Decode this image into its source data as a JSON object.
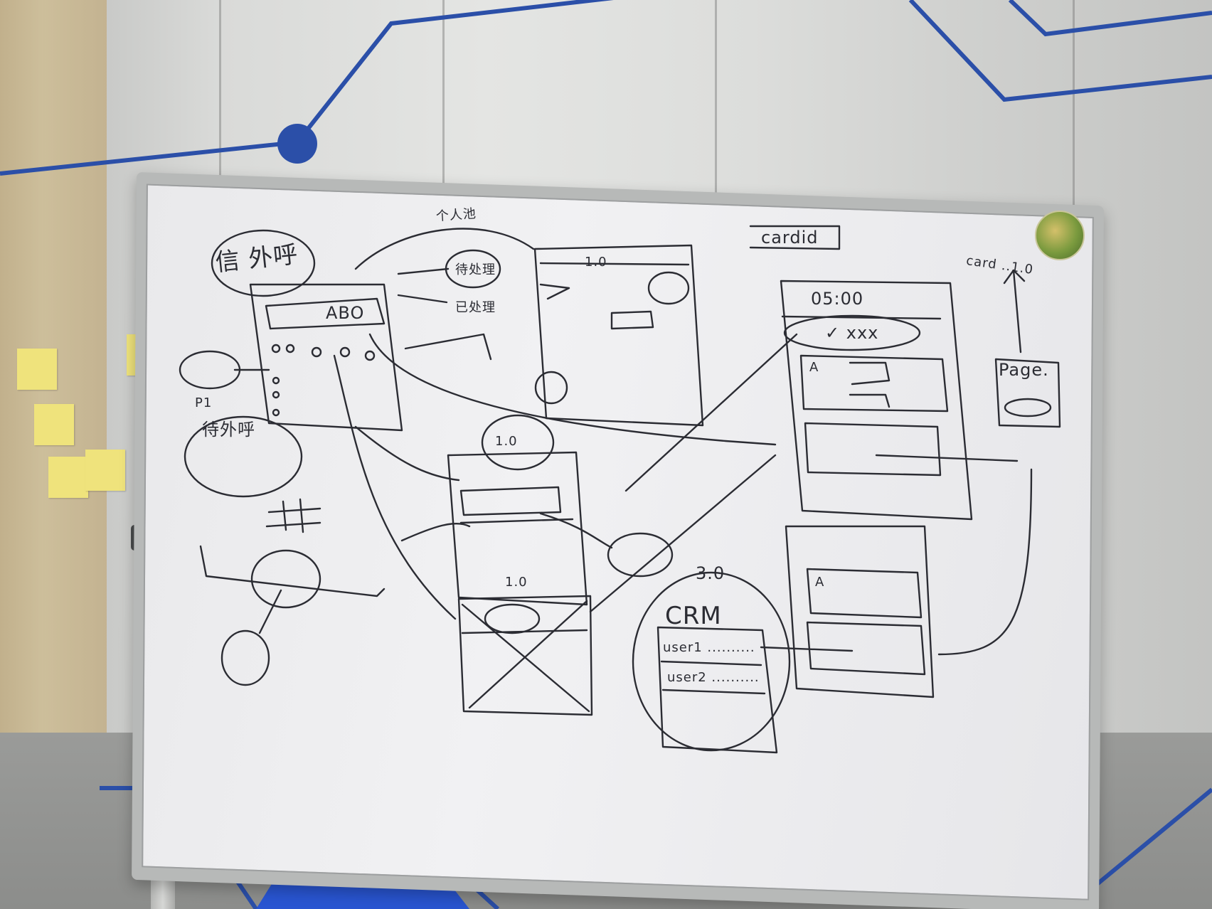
{
  "board_text": {
    "title_left": "信 外呼",
    "unfinished": "待外呼",
    "sign_out": "P1",
    "label_abo": "ABO",
    "task_pool": "个人池",
    "status_1": "待处理",
    "status_2": "已处理",
    "crm_version": "3.0",
    "crm": "CRM",
    "user1": "user1 ..........",
    "user2": "user2 ..........",
    "card_id": "cardid",
    "time": "05:00",
    "marked": "✓ xxx",
    "page": "Page.",
    "version_top": "1.0",
    "version_mid": "1.0",
    "version_low": "1.0",
    "card_corner": "card ..1.0",
    "label_a": "A",
    "label_a2": "A"
  },
  "colors": {
    "marker_ink": "#2b2c33",
    "wall_stripe": "#2b4fa8",
    "sticky_note": "#efe37c"
  }
}
